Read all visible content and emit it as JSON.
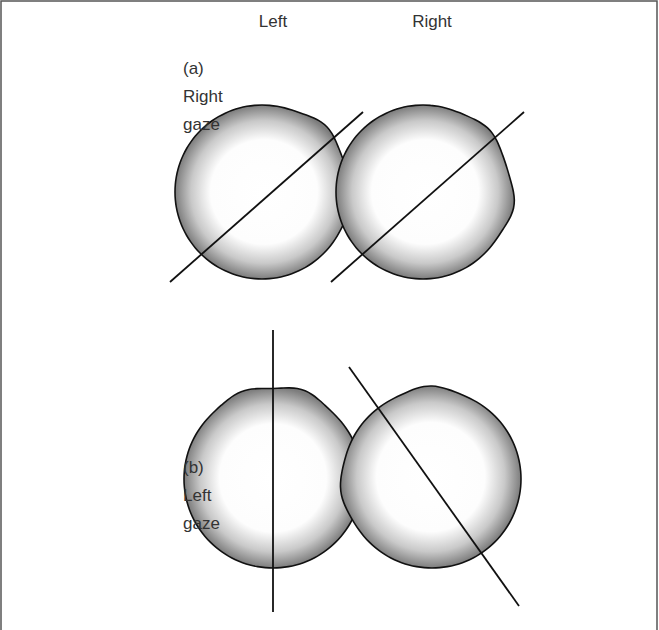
{
  "diagram": {
    "labels": [
      "Left",
      "Right",
      "(a) Right gaze",
      "(b) Left gaze"
    ]
  }
}
